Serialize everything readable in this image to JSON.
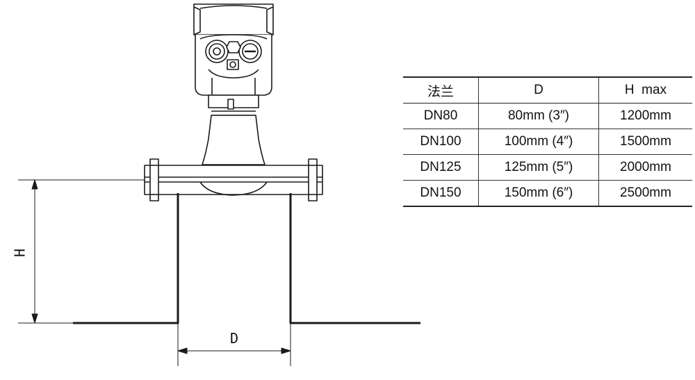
{
  "diagram": {
    "label_h": "H",
    "label_d": "D"
  },
  "table": {
    "headers": [
      "法兰",
      "D",
      "H  max"
    ],
    "rows": [
      [
        "DN80",
        "80mm (3″)",
        "1200mm"
      ],
      [
        "DN100",
        "100mm (4″)",
        "1500mm"
      ],
      [
        "DN125",
        "125mm (5″)",
        "2000mm"
      ],
      [
        "DN150",
        "150mm (6″)",
        "2500mm"
      ]
    ]
  }
}
